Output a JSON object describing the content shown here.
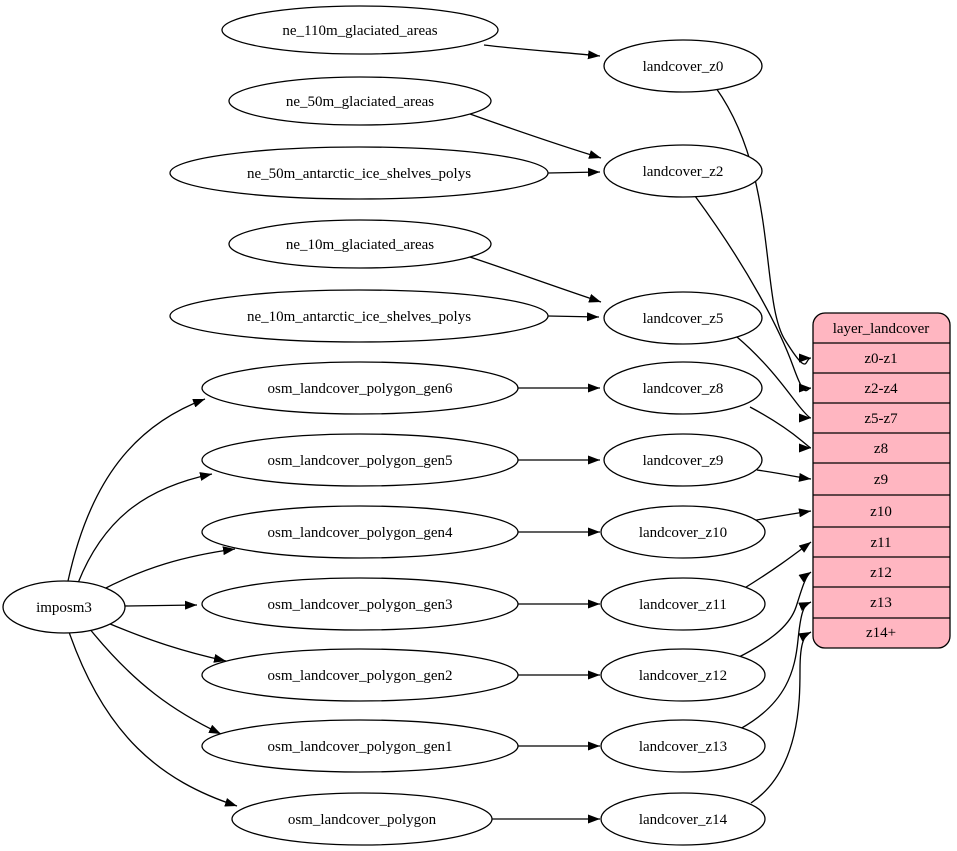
{
  "graph": {
    "background": "#ffffff",
    "edge_color": "#000000",
    "importer": {
      "label": "imposm3"
    },
    "sources": [
      "ne_110m_glaciated_areas",
      "ne_50m_glaciated_areas",
      "ne_50m_antarctic_ice_shelves_polys",
      "ne_10m_glaciated_areas",
      "ne_10m_antarctic_ice_shelves_polys",
      "osm_landcover_polygon_gen6",
      "osm_landcover_polygon_gen5",
      "osm_landcover_polygon_gen4",
      "osm_landcover_polygon_gen3",
      "osm_landcover_polygon_gen2",
      "osm_landcover_polygon_gen1",
      "osm_landcover_polygon"
    ],
    "intermediates": [
      "landcover_z0",
      "landcover_z2",
      "landcover_z5",
      "landcover_z8",
      "landcover_z9",
      "landcover_z10",
      "landcover_z11",
      "landcover_z12",
      "landcover_z13",
      "landcover_z14"
    ],
    "layer_table": {
      "title": "layer_landcover",
      "rows": [
        "z0-z1",
        "z2-z4",
        "z5-z7",
        "z8",
        "z9",
        "z10",
        "z11",
        "z12",
        "z13",
        "z14+"
      ],
      "fill": "#ffb6c1",
      "stroke": "#000000"
    },
    "edges": [
      {
        "from": "imposm3",
        "to": "osm_landcover_polygon_gen6"
      },
      {
        "from": "imposm3",
        "to": "osm_landcover_polygon_gen5"
      },
      {
        "from": "imposm3",
        "to": "osm_landcover_polygon_gen4"
      },
      {
        "from": "imposm3",
        "to": "osm_landcover_polygon_gen3"
      },
      {
        "from": "imposm3",
        "to": "osm_landcover_polygon_gen2"
      },
      {
        "from": "imposm3",
        "to": "osm_landcover_polygon_gen1"
      },
      {
        "from": "imposm3",
        "to": "osm_landcover_polygon"
      },
      {
        "from": "ne_110m_glaciated_areas",
        "to": "landcover_z0"
      },
      {
        "from": "ne_50m_glaciated_areas",
        "to": "landcover_z2"
      },
      {
        "from": "ne_50m_antarctic_ice_shelves_polys",
        "to": "landcover_z2"
      },
      {
        "from": "ne_10m_glaciated_areas",
        "to": "landcover_z5"
      },
      {
        "from": "ne_10m_antarctic_ice_shelves_polys",
        "to": "landcover_z5"
      },
      {
        "from": "osm_landcover_polygon_gen6",
        "to": "landcover_z8"
      },
      {
        "from": "osm_landcover_polygon_gen5",
        "to": "landcover_z9"
      },
      {
        "from": "osm_landcover_polygon_gen4",
        "to": "landcover_z10"
      },
      {
        "from": "osm_landcover_polygon_gen3",
        "to": "landcover_z11"
      },
      {
        "from": "osm_landcover_polygon_gen2",
        "to": "landcover_z12"
      },
      {
        "from": "osm_landcover_polygon_gen1",
        "to": "landcover_z13"
      },
      {
        "from": "osm_landcover_polygon",
        "to": "landcover_z14"
      },
      {
        "from": "landcover_z0",
        "to": "layer_landcover.z0-z1"
      },
      {
        "from": "landcover_z2",
        "to": "layer_landcover.z2-z4"
      },
      {
        "from": "landcover_z5",
        "to": "layer_landcover.z5-z7"
      },
      {
        "from": "landcover_z8",
        "to": "layer_landcover.z8"
      },
      {
        "from": "landcover_z9",
        "to": "layer_landcover.z9"
      },
      {
        "from": "landcover_z10",
        "to": "layer_landcover.z10"
      },
      {
        "from": "landcover_z11",
        "to": "layer_landcover.z11"
      },
      {
        "from": "landcover_z12",
        "to": "layer_landcover.z12"
      },
      {
        "from": "landcover_z13",
        "to": "layer_landcover.z13"
      },
      {
        "from": "landcover_z14",
        "to": "layer_landcover.z14+"
      }
    ]
  }
}
